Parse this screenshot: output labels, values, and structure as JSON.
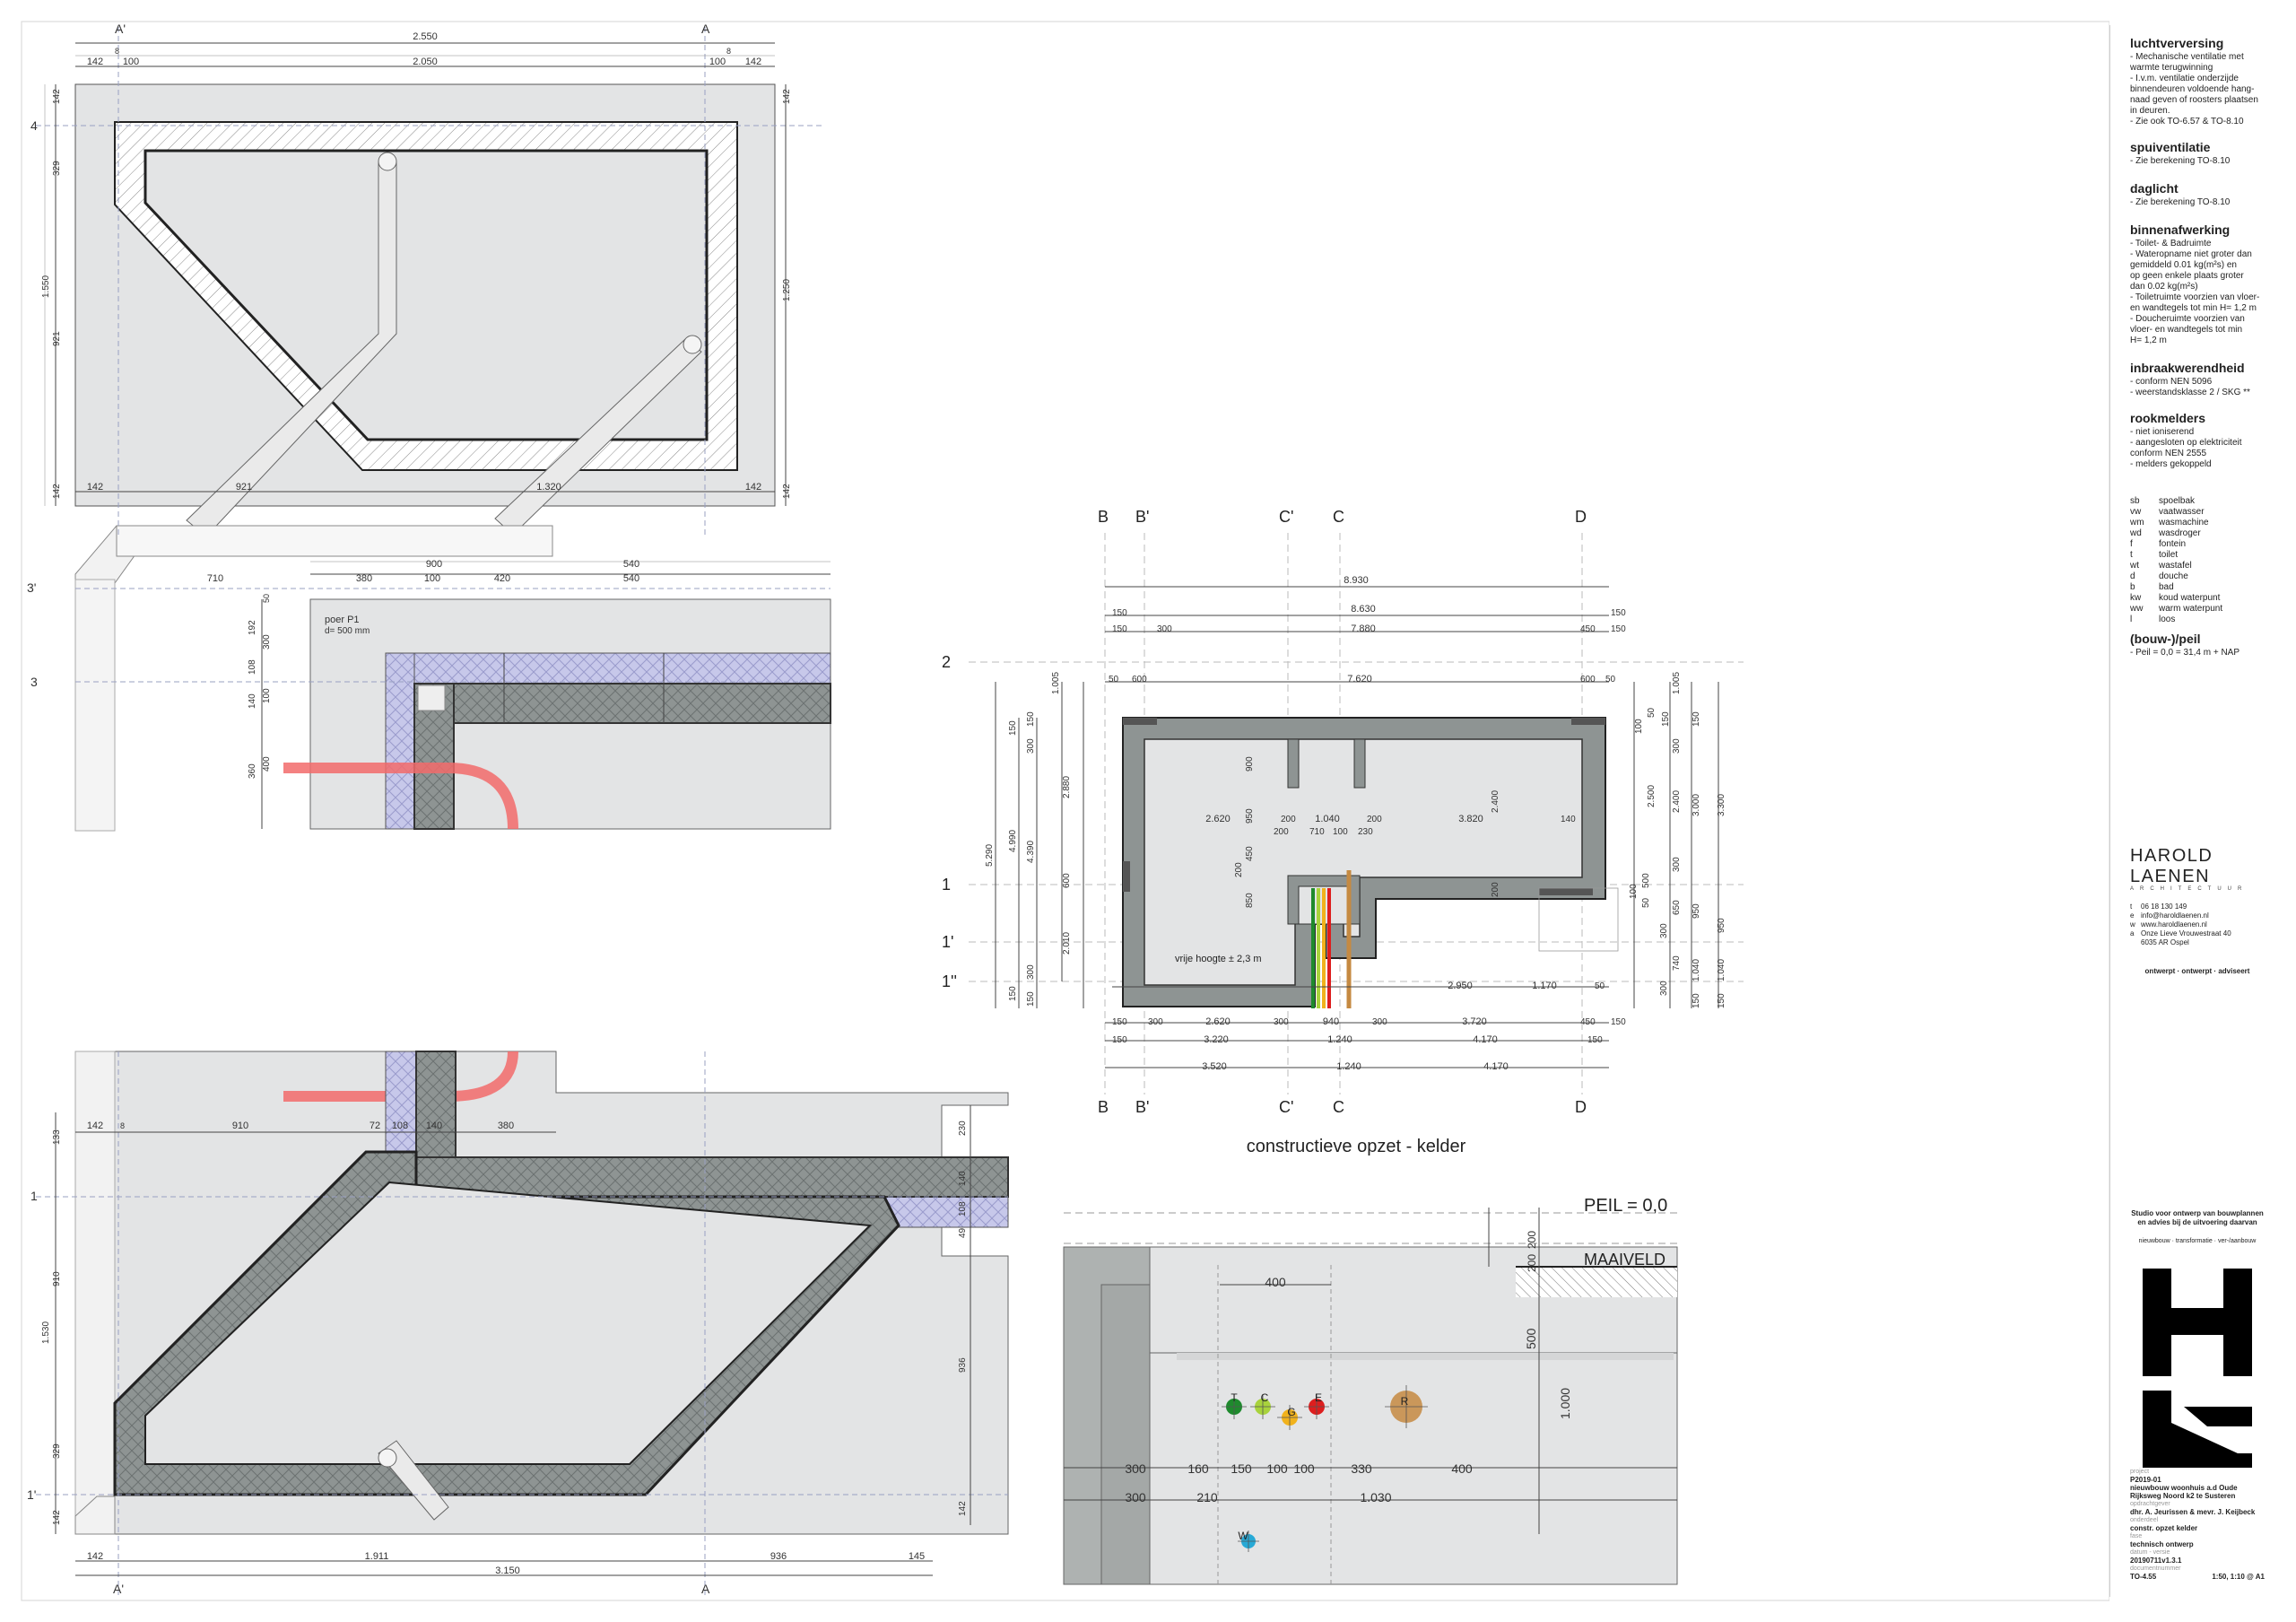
{
  "grid_labels": {
    "A": "A",
    "A_prime": "A'",
    "B": "B",
    "B_prime": "B'",
    "C": "C",
    "C_prime": "C'",
    "D": "D",
    "r1": "1",
    "r1p": "1'",
    "r1pp": "1''",
    "r2": "2",
    "r3": "3",
    "r3p": "3'",
    "r4": "4"
  },
  "dims": {
    "d2550": "2.550",
    "d2050": "2.050",
    "d142": "142",
    "d100": "100",
    "d8": "8",
    "d329": "329",
    "d1550": "1.550",
    "d921": "921",
    "d1250": "1.250",
    "d1320": "1.320",
    "d900": "900",
    "d540": "540",
    "d710": "710",
    "d380": "380",
    "d420": "420",
    "d50": "50",
    "d192": "192",
    "d300": "300",
    "d108": "108",
    "d140": "140",
    "d360": "360",
    "d400": "400",
    "d910": "910",
    "d72": "72",
    "d133": "133",
    "d230": "230",
    "d49": "49",
    "d1530": "1.530",
    "d936": "936",
    "d1911": "1.911",
    "d3150": "3.150",
    "d145": "145",
    "d8930": "8.930",
    "d150": "150",
    "d8630": "8.630",
    "d7880": "7.880",
    "d450": "450",
    "d7620": "7.620",
    "d600": "600",
    "d2620": "2.620",
    "d200": "200",
    "d1040": "1.040",
    "d3820": "3.820",
    "d2400": "2.400",
    "d950": "950",
    "d850": "850",
    "d1005": "1.005",
    "d2880": "2.880",
    "d4990": "4.990",
    "d5290": "5.290",
    "d4390": "4.390",
    "d2010": "2.010",
    "d2500": "2.500",
    "d3000": "3.000",
    "d3300": "3.300",
    "d650": "650",
    "d740": "740",
    "d1040v": "1.040",
    "d2950": "2.950",
    "d1170": "1.170",
    "d940": "940",
    "d3720": "3.720",
    "d3220": "3.220",
    "d1240": "1.240",
    "d4170": "4.170",
    "d3520": "3.520",
    "d160": "160",
    "d330": "330",
    "d210": "210",
    "d1030": "1.030",
    "d500": "500",
    "d1000": "1.000"
  },
  "annotations": {
    "poer_title": "poer P1",
    "poer_sub": "d= 500 mm",
    "vrije_hoogte": "vrije hoogte ± 2,3 m",
    "plan_title": "constructieve opzet - kelder",
    "peil": "PEIL = 0,0",
    "maaiveld": "MAAIVELD",
    "utility_T": "T",
    "utility_C": "C",
    "utility_G": "G",
    "utility_E": "E",
    "utility_R": "R",
    "utility_W": "W"
  },
  "colors": {
    "wall": "#8e9493",
    "slab": "#e3e4e5",
    "insulation": "#c7c8ea",
    "pipe": "#f26b6b",
    "util_T": "#1e8a2d",
    "util_C": "#a8d23c",
    "util_G": "#f1b21c",
    "util_E": "#dd1e1e",
    "util_R": "#c58a42",
    "util_W": "#27a9d6"
  },
  "sidebar": {
    "sections": [
      {
        "title": "luchtverversing",
        "lines": "- Mechanische ventilatie met\n  warmte terugwinning\n- I.v.m. ventilatie onderzijde\n  binnendeuren voldoende hang-\n  naad geven of roosters plaatsen\n  in deuren.\n- Zie ook TO-6.57 & TO-8.10"
      },
      {
        "title": "spuiventilatie",
        "lines": "- Zie berekening TO-8.10"
      },
      {
        "title": "daglicht",
        "lines": "- Zie berekening TO-8.10"
      },
      {
        "title": "binnenafwerking",
        "lines": "- Toilet- & Badruimte\n- Wateropname niet groter dan\n  gemiddeld 0.01 kg(m²s) en\n  op geen enkele plaats groter\n  dan 0.02 kg(m²s)\n- Toiletruimte voorzien van vloer-\n  en wandtegels tot min H= 1,2 m\n- Doucheruimte voorzien van\n  vloer-  en wandtegels tot min\n  H= 1,2 m"
      },
      {
        "title": "inbraakwerendheid",
        "lines": "- conform NEN 5096\n- weerstandsklasse 2 / SKG **"
      },
      {
        "title": "rookmelders",
        "lines": "- niet ioniserend\n- aangesloten op elektriciteit\n  conform NEN 2555\n- melders gekoppeld"
      }
    ],
    "abbreviations": [
      {
        "k": "sb",
        "v": "spoelbak"
      },
      {
        "k": "vw",
        "v": "vaatwasser"
      },
      {
        "k": "wm",
        "v": "wasmachine"
      },
      {
        "k": "wd",
        "v": "wasdroger"
      },
      {
        "k": "f",
        "v": "fontein"
      },
      {
        "k": "t",
        "v": "toilet"
      },
      {
        "k": "wt",
        "v": "wastafel"
      },
      {
        "k": "d",
        "v": "douche"
      },
      {
        "k": "b",
        "v": "bad"
      },
      {
        "k": "kw",
        "v": "koud waterpunt"
      },
      {
        "k": "ww",
        "v": "warm waterpunt"
      },
      {
        "k": "l",
        "v": "loos"
      }
    ],
    "peil_title": "(bouw-)/peil",
    "peil_line": "- Peil = 0,0 = 31,4 m + NAP",
    "brand_name": "HAROLD LAENEN",
    "brand_sub": "ARCHITECTUUR",
    "contact": [
      {
        "i": "t",
        "v": "06 18 130 149"
      },
      {
        "i": "e",
        "v": "info@haroldlaenen.nl"
      },
      {
        "i": "w",
        "v": "www.haroldlaenen.nl"
      },
      {
        "i": "a",
        "v": "Onze Lieve Vrouwestraat 40"
      },
      {
        "i": "",
        "v": "6035 AR Ospel"
      }
    ],
    "tagline": "ontwerpt · ontwerpt · adviseert",
    "studio": "Studio voor ontwerp van bouwplannen\nen advies bij de uitvoering daarvan",
    "services": "nieuwbouw · transformatie · ver-/aanbouw",
    "project_label": "project",
    "project_value": "P2019-01\nnieuwbouw woonhuis a.d Oude\nRijksweg Noord k2 te Susteren",
    "client_label": "opdrachtgever",
    "client_value": "dhr. A. Jeurissen & mevr. J. Keijbeck",
    "subject_label": "onderdeel",
    "subject_value": "constr. opzet kelder",
    "phase_label": "fase",
    "phase_value": "technisch ontwerp",
    "date_label": "datum - versie",
    "date_value": "20190711v1.3.1",
    "docnr_label": "documentnummer",
    "docnr_value": "TO-4.55",
    "scale_value": "1:50, 1:10 @ A1"
  }
}
